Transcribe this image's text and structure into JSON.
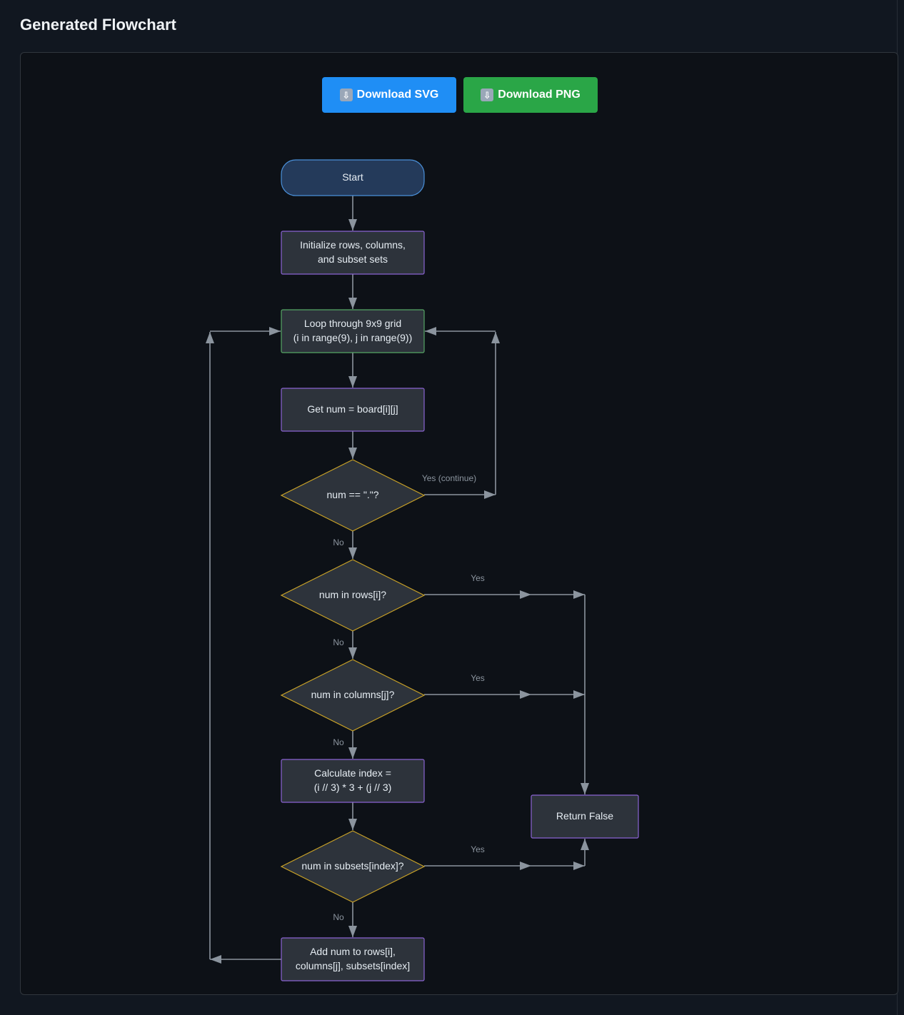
{
  "page": {
    "title": "Generated Flowchart"
  },
  "toolbar": {
    "download_svg_label": "Download SVG",
    "download_png_label": "Download PNG",
    "download_icon": "download-arrow-icon",
    "colors": {
      "svg_button": "#1f8ef5",
      "png_button": "#2aa647"
    }
  },
  "flowchart": {
    "nodes": {
      "start": {
        "lines": [
          "Start"
        ],
        "shape": "terminal"
      },
      "init": {
        "lines": [
          "Initialize rows, columns,",
          "and subset sets"
        ],
        "shape": "process"
      },
      "loop": {
        "lines": [
          "Loop through 9x9 grid",
          "(i in range(9), j in range(9))"
        ],
        "shape": "loop"
      },
      "getnum": {
        "lines": [
          "Get num = board[i][j]"
        ],
        "shape": "process"
      },
      "d_dot": {
        "lines": [
          "num == \".\"?"
        ],
        "shape": "decision"
      },
      "d_rows": {
        "lines": [
          "num in rows[i]?"
        ],
        "shape": "decision"
      },
      "d_cols": {
        "lines": [
          "num in columns[j]?"
        ],
        "shape": "decision"
      },
      "calc": {
        "lines": [
          "Calculate index =",
          "(i // 3) * 3 + (j // 3)"
        ],
        "shape": "process"
      },
      "d_subs": {
        "lines": [
          "num in subsets[index]?"
        ],
        "shape": "decision"
      },
      "add": {
        "lines": [
          "Add num to rows[i],",
          "columns[j], subsets[index]"
        ],
        "shape": "process"
      },
      "retfalse": {
        "lines": [
          "Return False"
        ],
        "shape": "process"
      }
    },
    "edge_labels": {
      "dot_yes": "Yes (continue)",
      "dot_no": "No",
      "rows_yes": "Yes",
      "rows_no": "No",
      "cols_yes": "Yes",
      "cols_no": "No",
      "subs_yes": "Yes",
      "subs_no": "No"
    },
    "colors": {
      "terminal_fill": "#243a5a",
      "terminal_stroke": "#4a90d9",
      "process_fill": "#2d333b",
      "process_stroke": "#8a63d2",
      "loop_stroke": "#56a765",
      "decision_stroke": "#c9a227",
      "edge": "#8b949e"
    }
  }
}
